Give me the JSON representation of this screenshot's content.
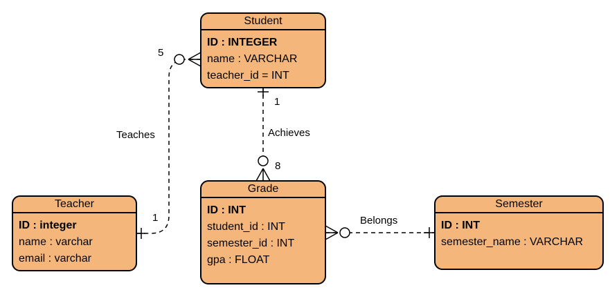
{
  "entities": {
    "student": {
      "title": "Student",
      "pk": "ID : INTEGER",
      "attrs": [
        "name : VARCHAR",
        "teacher_id = INT"
      ]
    },
    "teacher": {
      "title": "Teacher",
      "pk": "ID : integer",
      "attrs": [
        "name : varchar",
        "email : varchar"
      ]
    },
    "grade": {
      "title": "Grade",
      "pk": "ID : INT",
      "attrs": [
        "student_id : INT",
        "semester_id : INT",
        "gpa : FLOAT"
      ]
    },
    "semester": {
      "title": "Semester",
      "pk": "ID : INT",
      "attrs": [
        "semester_name : VARCHAR"
      ]
    }
  },
  "relationships": {
    "teaches": {
      "label": "Teaches",
      "student_card": "5",
      "teacher_card": "1"
    },
    "achieves": {
      "label": "Achieves",
      "student_card": "1",
      "grade_card": "8"
    },
    "belongs": {
      "label": "Belongs"
    }
  },
  "colors": {
    "entity_fill": "#f4b67b",
    "stroke": "#000000"
  }
}
